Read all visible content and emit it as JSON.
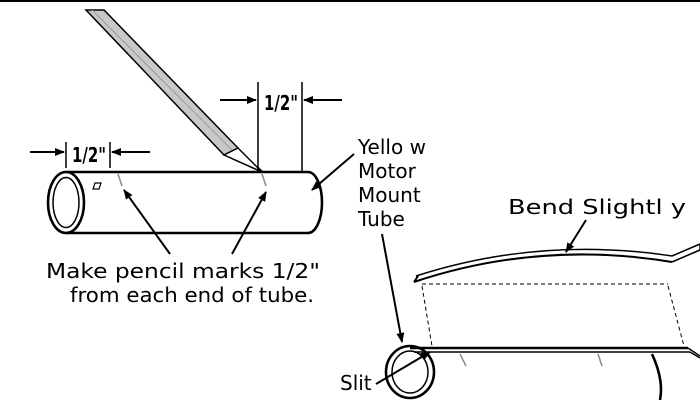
{
  "labels": {
    "half_inch_left": "1/2\"",
    "half_inch_right": "1/2\"",
    "tube_name_line1": "Yello w",
    "tube_name_line2": "Motor",
    "tube_name_line3": "Mount",
    "tube_name_line4": "Tube",
    "instruction_line1": "Make pencil marks 1/2\"",
    "instruction_line2": "from each end of tube.",
    "bend": "Bend  Slightl y",
    "slit": "Slit"
  }
}
